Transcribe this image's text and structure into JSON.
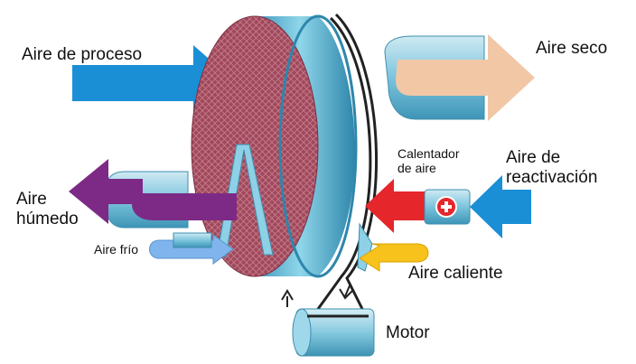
{
  "labels": {
    "process_air": "Aire de proceso",
    "dry_air": "Aire seco",
    "humid_air": "Aire\nhúmedo",
    "heater": "Calentador\nde aire",
    "reactivation_air": "Aire de\nreactivación",
    "cold_air": "Aire frío",
    "hot_air": "Aire caliente",
    "motor": "Motor"
  },
  "colors": {
    "process_air": "#1a8fd6",
    "dry_air": "#f2c7a6",
    "humid_air": "#7d2a86",
    "reactivation_air": "#1a8fd6",
    "heated_air": "#e5262b",
    "hot_air": "#f7c21b",
    "cold_air": "#7fb4ec",
    "wheel_face": "#a2485c",
    "wheel_rim": "#5fb8d6",
    "heater_symbol": "#e5262b"
  },
  "icons": {
    "heater": "plus-circle-icon"
  }
}
